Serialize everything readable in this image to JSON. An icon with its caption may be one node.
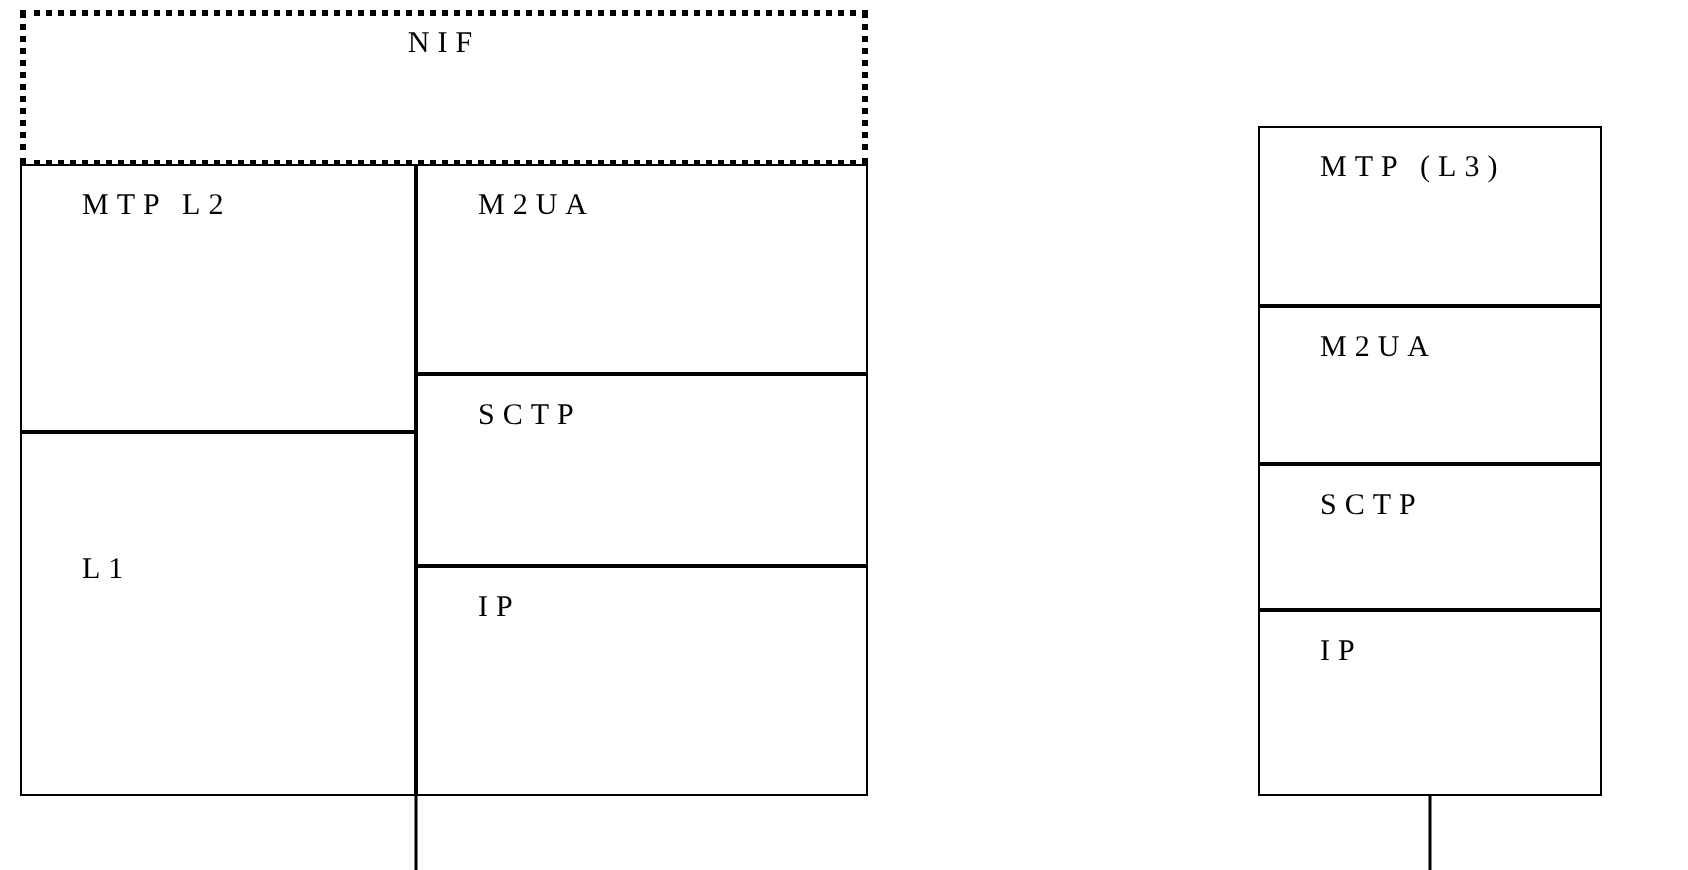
{
  "diagram": {
    "nodes": [
      {
        "text": [
          "NIF"
        ]
      },
      {
        "text": [
          "MTP L2"
        ]
      },
      {
        "text": [
          "M2UA"
        ]
      },
      {
        "text": [
          "SCTP"
        ]
      },
      {
        "text": [
          "L1"
        ]
      },
      {
        "text": [
          "IP"
        ]
      },
      {
        "text": [
          "MTP (L3)"
        ]
      },
      {
        "text": [
          "M2UA"
        ]
      },
      {
        "text": [
          "SCTP"
        ]
      },
      {
        "text": [
          "IP"
        ]
      }
    ],
    "edges": [
      {
        "from": 5,
        "to": null,
        "arrow": "none"
      },
      {
        "from": 9,
        "to": null,
        "arrow": "none"
      }
    ]
  }
}
